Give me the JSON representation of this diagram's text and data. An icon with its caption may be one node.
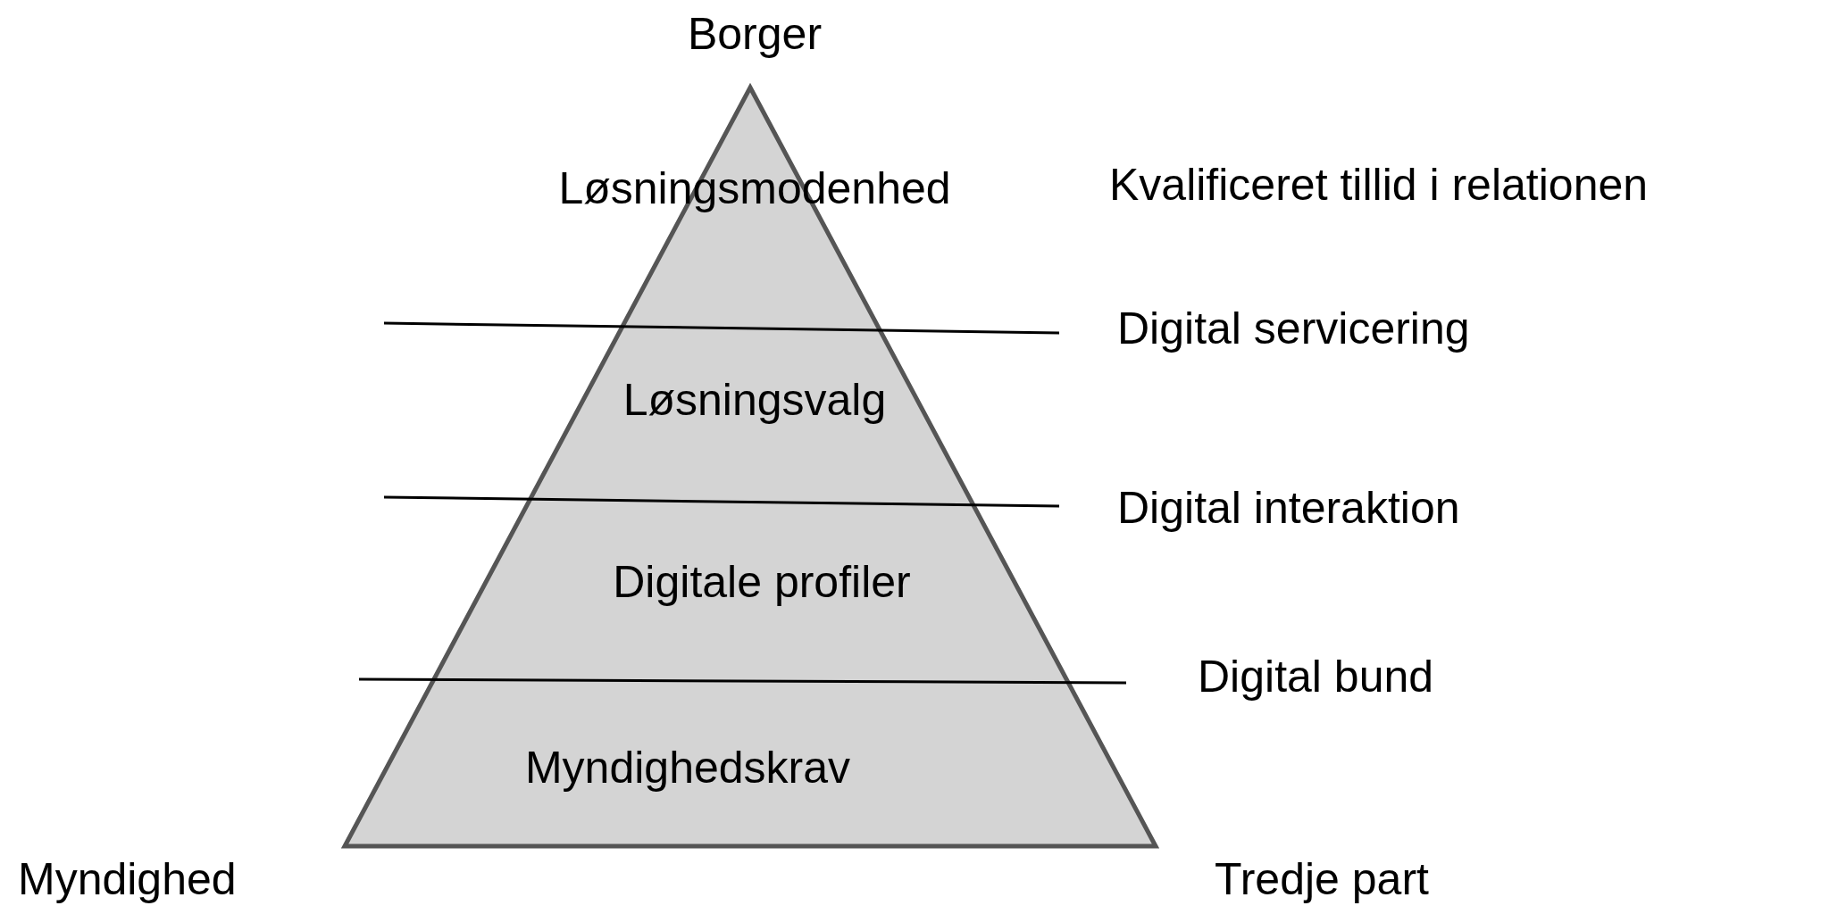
{
  "diagram": {
    "nodes": [
      {
        "text": [
          "Løsningsmodenhed"
        ]
      },
      {
        "text": [
          "Løsningsvalg"
        ]
      },
      {
        "text": [
          "Digitale profiler"
        ]
      },
      {
        "text": [
          "Myndighedskrav"
        ]
      }
    ],
    "edges": [],
    "labels": [
      "Borger",
      "Kvalificeret tillid i relationen",
      "Digital servicering",
      "Digital interaktion",
      "Digital bund",
      "Myndighed",
      "Tredje part"
    ]
  }
}
